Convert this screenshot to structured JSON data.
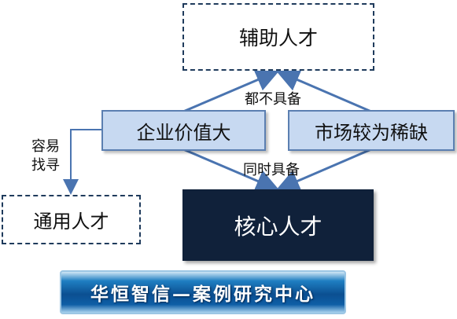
{
  "nodes": {
    "auxiliary": "辅助人才",
    "enterprise_value": "企业价值大",
    "market_scarce": "市场较为稀缺",
    "general": "通用人才",
    "core": "核心人才"
  },
  "edge_labels": {
    "neither": "都不具备",
    "both": "同时具备",
    "easy_find": "容易找寻"
  },
  "banner": "华恒智信—案例研究中心",
  "colors": {
    "arrow": "#4a74b0",
    "dark_box": "#10213a",
    "light_box": "#c7d9f1"
  }
}
